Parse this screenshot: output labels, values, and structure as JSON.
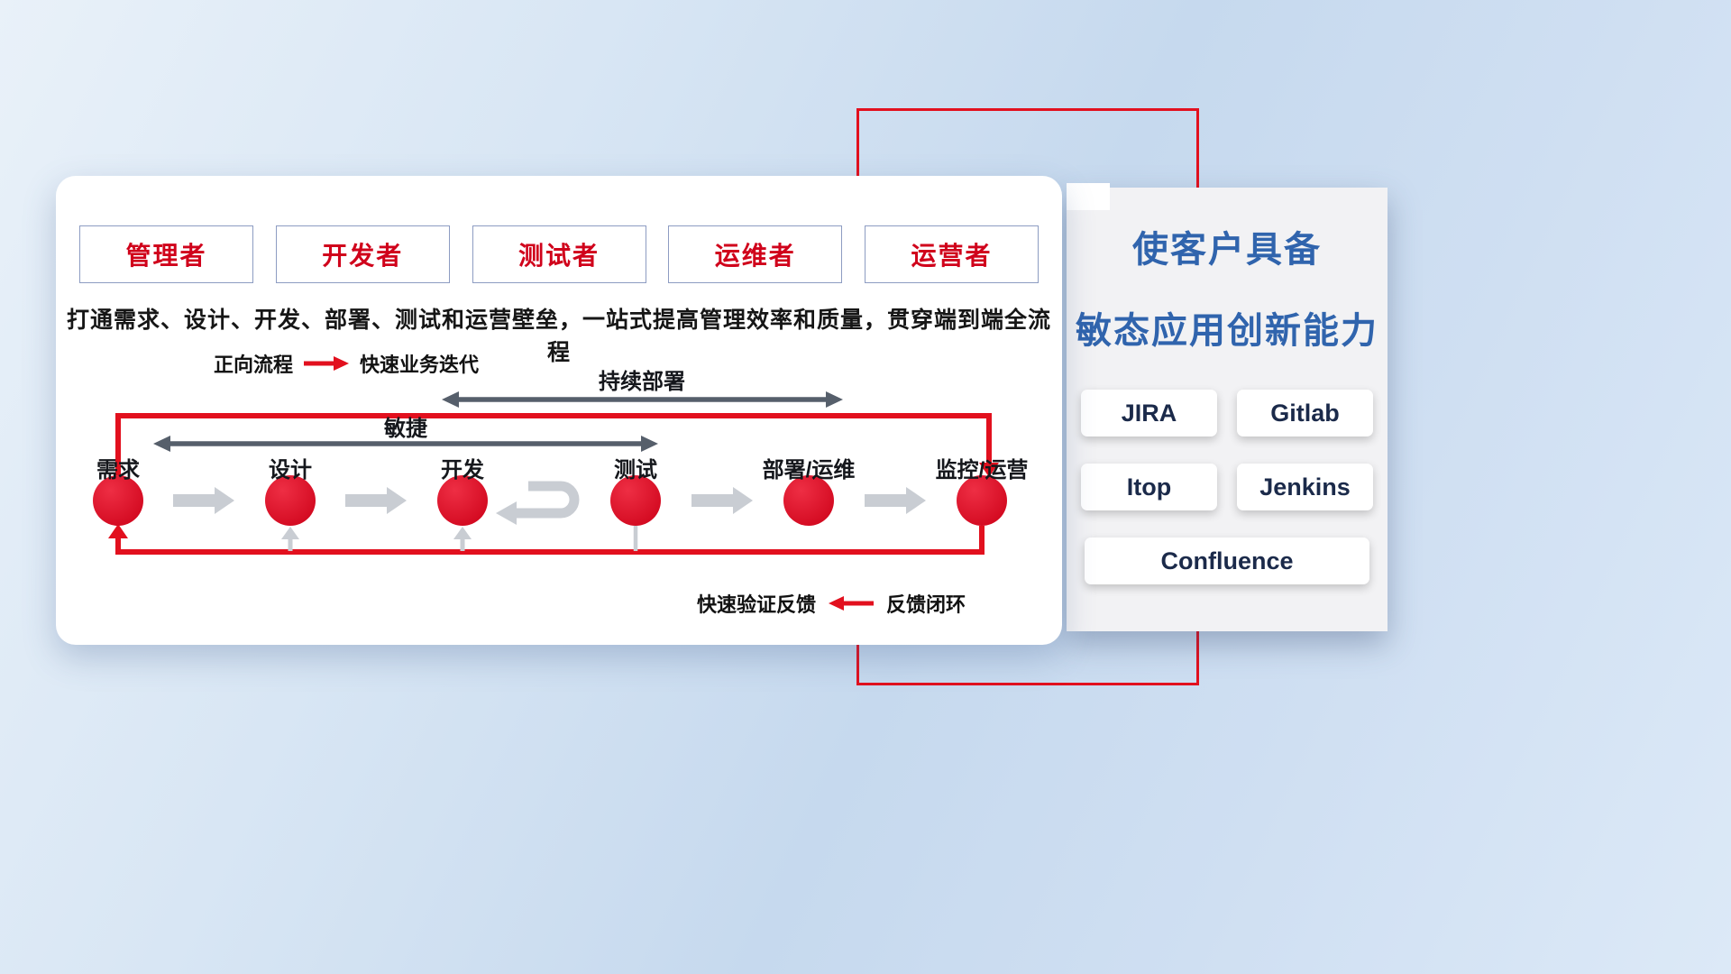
{
  "roles": [
    {
      "label": "管理者"
    },
    {
      "label": "开发者"
    },
    {
      "label": "测试者"
    },
    {
      "label": "运维者"
    },
    {
      "label": "运营者"
    }
  ],
  "description": "打通需求、设计、开发、部署、测试和运营壁垒，一站式提高管理效率和质量，贯穿端到端全流程",
  "legend_forward": {
    "label": "正向流程",
    "value": "快速业务迭代"
  },
  "legend_feedback": {
    "label": "快速验证反馈",
    "value": "反馈闭环"
  },
  "flow": {
    "continuous_deploy_label": "持续部署",
    "agile_label": "敏捷",
    "stages": [
      {
        "label": "需求"
      },
      {
        "label": "设计"
      },
      {
        "label": "开发"
      },
      {
        "label": "测试"
      },
      {
        "label": "部署/运维"
      },
      {
        "label": "监控/运营"
      }
    ]
  },
  "right_panel": {
    "title_line1": "使客户具备",
    "title_line2": "敏态应用创新能力",
    "tools": [
      {
        "label": "JIRA"
      },
      {
        "label": "Gitlab"
      },
      {
        "label": "Itop"
      },
      {
        "label": "Jenkins"
      },
      {
        "label": "Confluence"
      }
    ]
  },
  "colors": {
    "accent_red": "#e2101e",
    "circle_red": "#d40019",
    "dark_arrow": "#565f6b",
    "gray_arrow": "#c9cdd3",
    "title_blue": "#3064ad",
    "tool_text": "#1b2a4a"
  }
}
